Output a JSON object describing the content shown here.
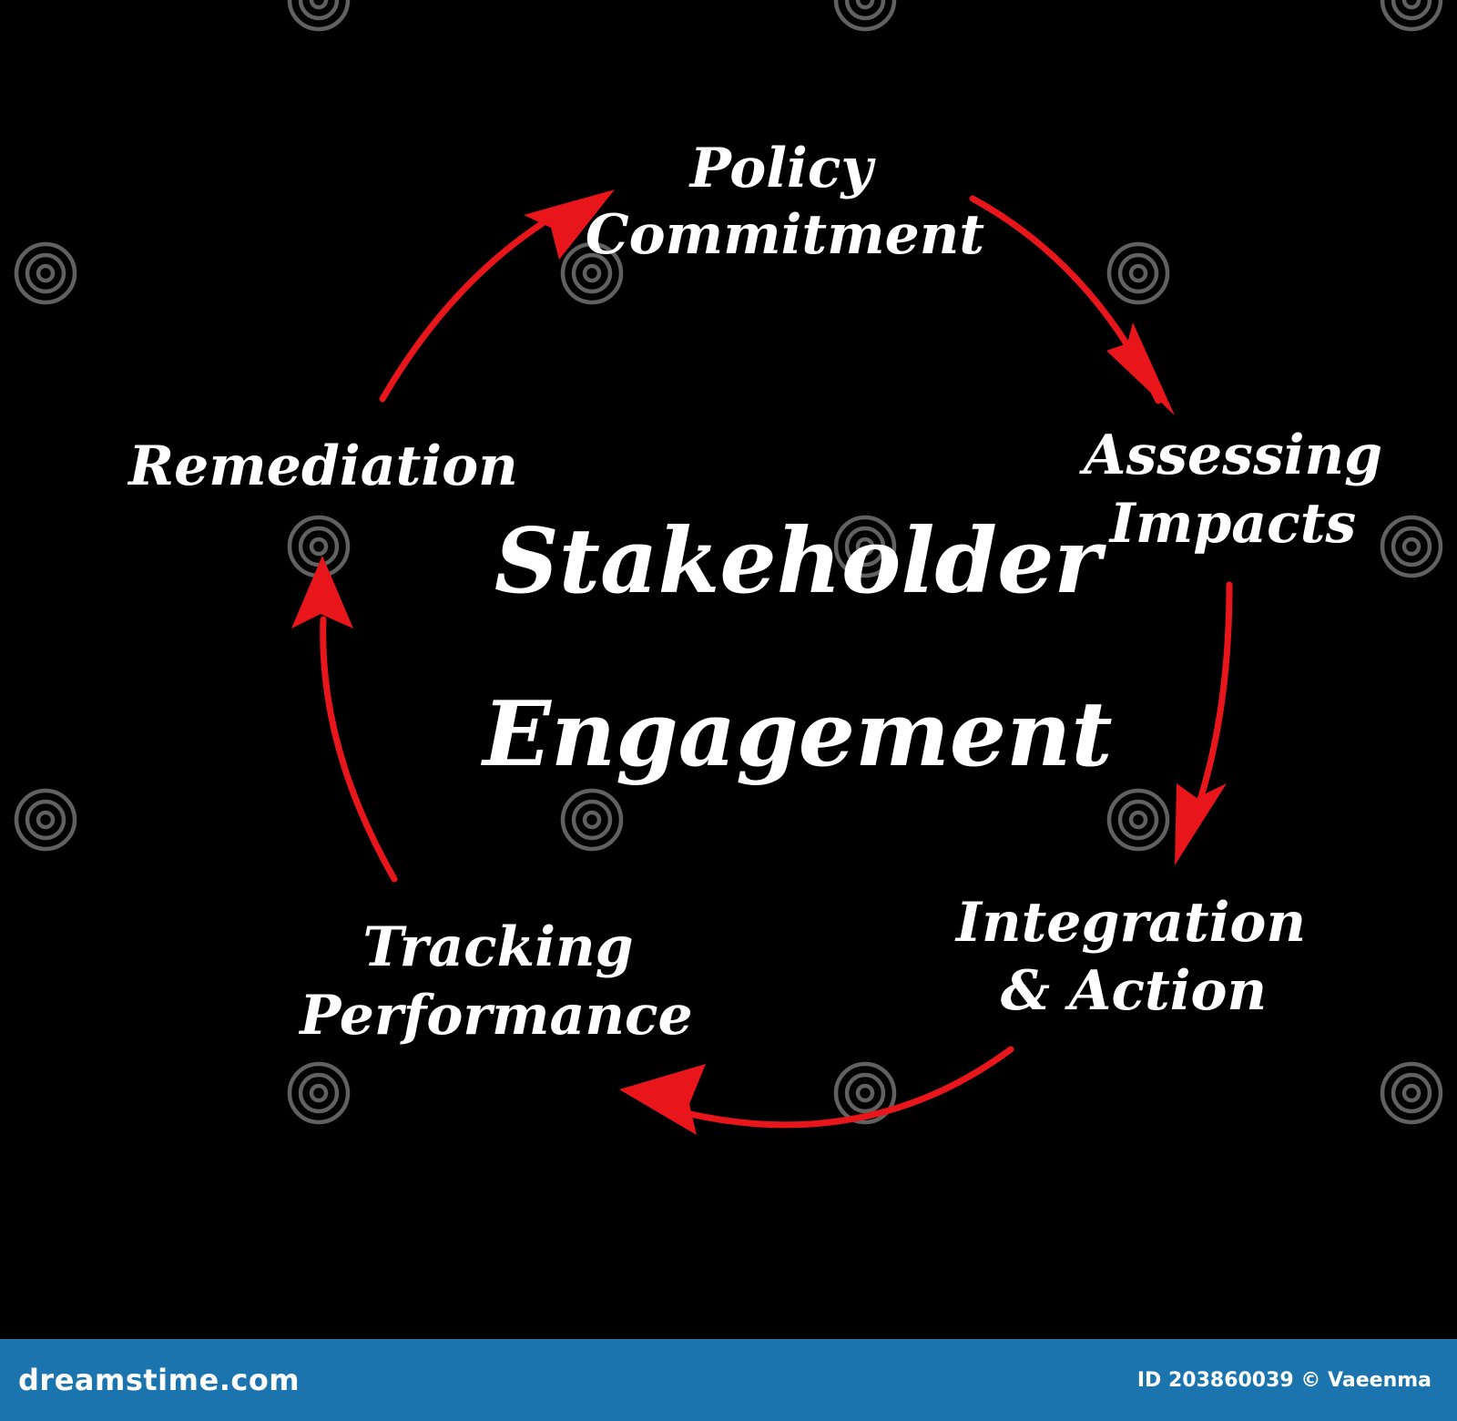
{
  "diagram": {
    "center_line_1": "Stakeholder",
    "center_line_2": "Engagement",
    "steps": [
      {
        "line1": "Policy",
        "line2": "Commitment"
      },
      {
        "line1": "Assessing",
        "line2": "Impacts"
      },
      {
        "line1": "Integration",
        "line2": "& Action"
      },
      {
        "line1": "Tracking",
        "line2": "Performance"
      },
      {
        "line1": "Remediation",
        "line2": ""
      }
    ],
    "arrow_color": "#e8151b",
    "text_color": "#ffffff",
    "background_color": "#000000"
  },
  "watermark": {
    "icon": "dreamstime-spiral-icon",
    "footer_site": "dreamstime.com",
    "footer_credit": "ID 203860039 © Vaeenma",
    "footer_color": "#1b74ad"
  }
}
